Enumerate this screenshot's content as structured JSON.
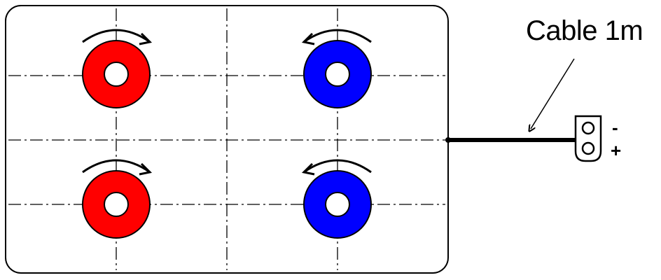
{
  "cable": {
    "label": "Cable 1m",
    "polarity_top": "-",
    "polarity_bottom": "+"
  },
  "fans": [
    {
      "position": "top-left",
      "color": "#ff0000",
      "rotation": "clockwise"
    },
    {
      "position": "top-right",
      "color": "#0000ff",
      "rotation": "counterclockwise"
    },
    {
      "position": "bottom-left",
      "color": "#ff0000",
      "rotation": "clockwise"
    },
    {
      "position": "bottom-right",
      "color": "#0000ff",
      "rotation": "counterclockwise"
    }
  ],
  "colors": {
    "clockwise_fan": "#ff0000",
    "counterclockwise_fan": "#0000ff",
    "outline": "#000000"
  }
}
